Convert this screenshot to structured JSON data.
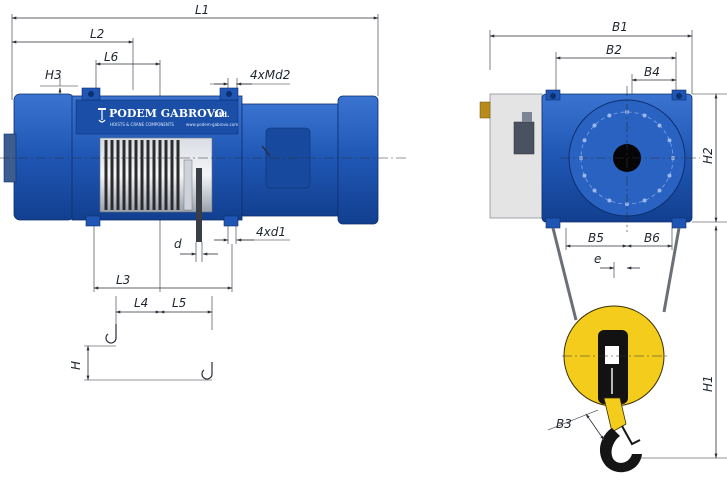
{
  "labels": {
    "L1": "L1",
    "L2": "L2",
    "L6": "L6",
    "H3": "H3",
    "Md2": "4xMd2",
    "d1": "4xd1",
    "d": "d",
    "L3": "L3",
    "L4": "L4",
    "L5": "L5",
    "H": "H",
    "B1": "B1",
    "B2": "B2",
    "B4": "B4",
    "B5": "B5",
    "B6": "B6",
    "e": "e",
    "B3": "B3",
    "H1": "H1",
    "H2": "H2"
  },
  "brand": {
    "name": "PODEM GABROVO",
    "suffix": "Ltd.",
    "tagline": "HOISTS & CRANE COMPONENTS",
    "web": "www.podem-gabrovo.com"
  },
  "colors": {
    "body_blue": "#1f56b4",
    "body_blue_dark": "#123f8f",
    "hook_yellow": "#f3cc1c",
    "panel_grey": "#e4e4e4",
    "line": "#2a2f38"
  }
}
